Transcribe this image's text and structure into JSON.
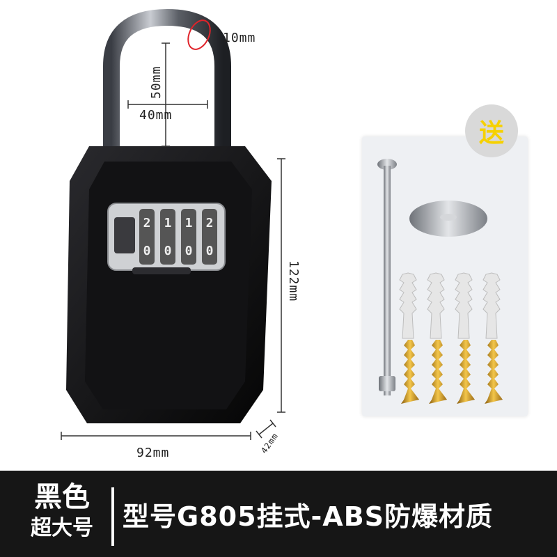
{
  "dimensions": {
    "shackle_thickness": "10mm",
    "shackle_height": "50mm",
    "shackle_width": "40mm",
    "body_height": "122mm",
    "body_width": "92mm",
    "body_depth": "42mm"
  },
  "lock": {
    "dials": [
      "2",
      "1",
      "1",
      "2"
    ],
    "dial_values": [
      "0",
      "0",
      "0",
      "0"
    ],
    "body_color": "#111111"
  },
  "gift_badge": {
    "label": "送",
    "color": "#f6d100"
  },
  "banner": {
    "color_name": "黑色",
    "size_name": "超大号",
    "model_text": "型号G805挂式-ABS防爆材质"
  }
}
